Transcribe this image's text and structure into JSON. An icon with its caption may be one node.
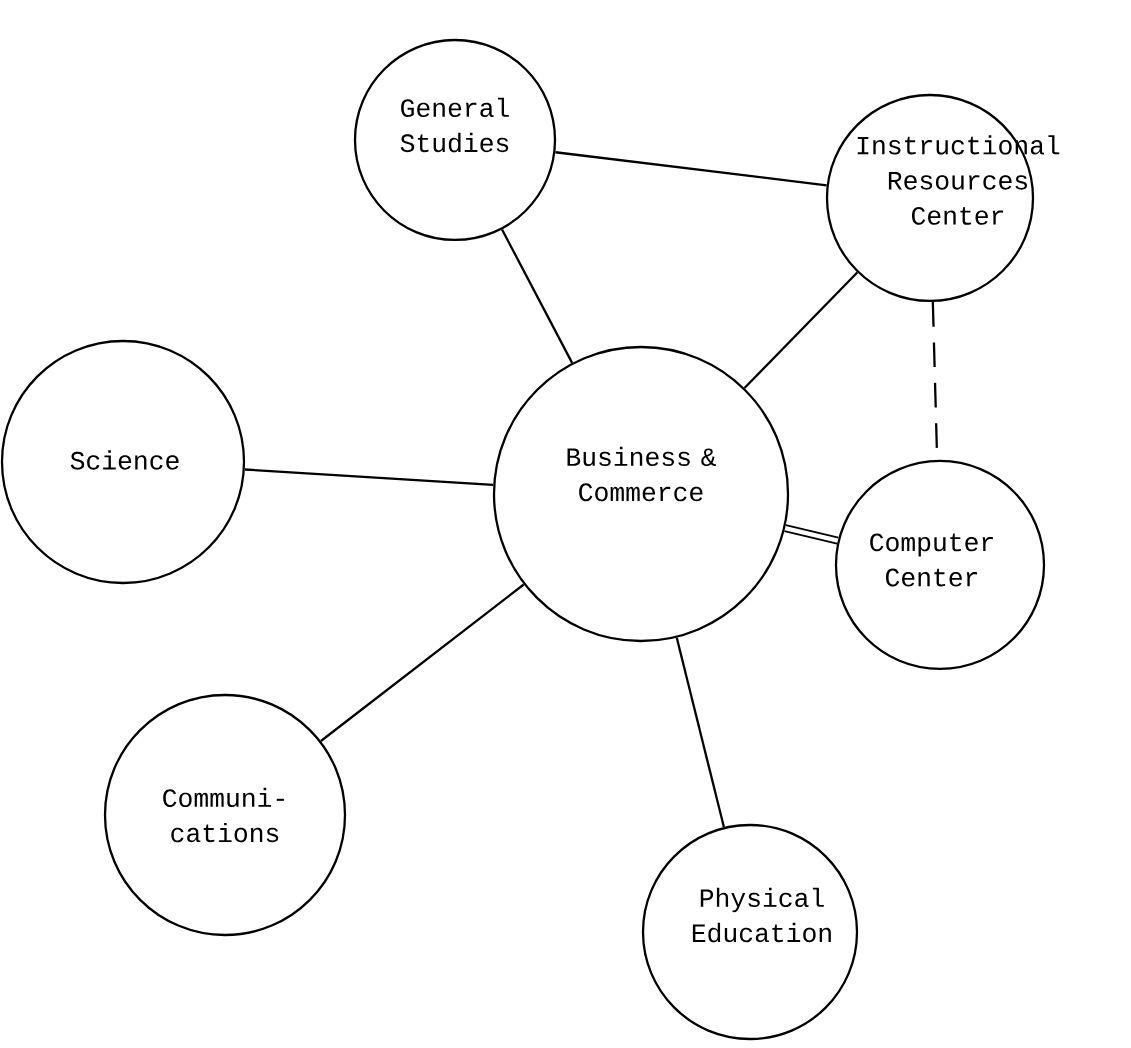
{
  "diagram": {
    "nodes": [
      {
        "text": [
          "Business & Commerce"
        ]
      },
      {
        "text": [
          "General Studies"
        ]
      },
      {
        "text": [
          "Instructional Resources Center"
        ]
      },
      {
        "text": [
          "Science"
        ]
      },
      {
        "text": [
          "Computer Center"
        ]
      },
      {
        "text": [
          "Communi- cations"
        ]
      },
      {
        "text": [
          "Physical Education"
        ]
      }
    ],
    "edges": [
      {
        "from": 1,
        "to": 2,
        "arrow": "none"
      },
      {
        "from": 1,
        "to": 0,
        "arrow": "none"
      },
      {
        "from": 2,
        "to": 0,
        "arrow": "none"
      },
      {
        "from": 2,
        "to": 4,
        "arrow": "none",
        "style": "dashed"
      },
      {
        "from": 3,
        "to": 0,
        "arrow": "none"
      },
      {
        "from": 0,
        "to": 4,
        "arrow": "none",
        "style": "thick"
      },
      {
        "from": 5,
        "to": 0,
        "arrow": "none"
      },
      {
        "from": 6,
        "to": 0,
        "arrow": "none"
      }
    ]
  }
}
